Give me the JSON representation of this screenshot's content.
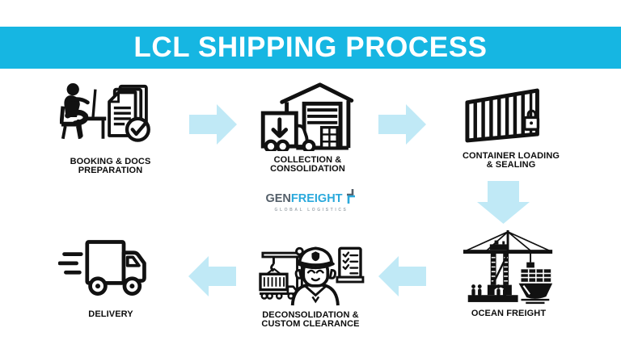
{
  "header": {
    "title": "LCL SHIPPING PROCESS"
  },
  "logo": {
    "gen": "GEN",
    "freight": "FREIGHT",
    "tagline": "GLOBAL LOGISTICS"
  },
  "colors": {
    "banner": "#16b6e2",
    "arrow": "#c0e9f6",
    "icon": "#111111",
    "logo_gray": "#55606a",
    "logo_cyan": "#2aa9dc"
  },
  "steps": [
    {
      "id": "booking-docs",
      "label_line1": "BOOKING & DOCS",
      "label_line2": "PREPARATION",
      "icon": "person-desk-documents-icon"
    },
    {
      "id": "collection",
      "label_line1": "COLLECTION &",
      "label_line2": "CONSOLIDATION",
      "icon": "warehouse-truck-box-icon"
    },
    {
      "id": "container-loading",
      "label_line1": "CONTAINER LOADING",
      "label_line2": "& SEALING",
      "icon": "sealed-container-padlock-icon"
    },
    {
      "id": "ocean-freight",
      "label_line1": "OCEAN FREIGHT",
      "label_line2": "",
      "icon": "port-crane-ship-icon"
    },
    {
      "id": "deconsolidation",
      "label_line1": "DECONSOLIDATION &",
      "label_line2": "CUSTOM CLEARANCE",
      "icon": "customs-officer-icon"
    },
    {
      "id": "delivery",
      "label_line1": "DELIVERY",
      "label_line2": "",
      "icon": "fast-delivery-truck-icon"
    }
  ]
}
